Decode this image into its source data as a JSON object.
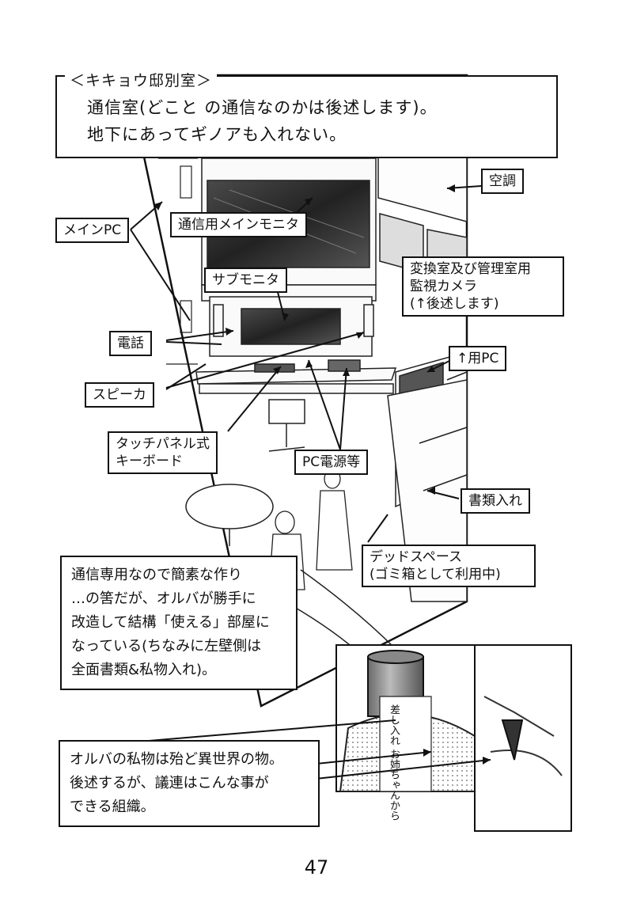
{
  "title": {
    "heading": "＜キキョウ邸別室＞",
    "lines": [
      "通信室(どこと の通信なのかは後述します)。",
      "地下にあってギノアも入れない。"
    ]
  },
  "labels": {
    "aircon": "空調",
    "main_pc": "メインPC",
    "main_monitor": "通信用メインモニタ",
    "sub_monitor": "サブモニタ",
    "camera": "変換室及び管理室用\n監視カメラ\n(↑後述します)",
    "phone": "電話",
    "camera_pc": "↑用PC",
    "speaker": "スピーカ",
    "keyboard": "タッチパネル式\nキーボード",
    "pc_power": "PC電源等",
    "documents": "書類入れ",
    "dead_space": "デッドスペース\n(ゴミ箱として利用中)"
  },
  "notes": {
    "room_note": [
      "通信専用なので簡素な作り",
      "…の筈だが、オルバが勝手に",
      "改造して結構「使える」部屋に",
      "なっている(ちなみに左壁側は",
      "全面書類&私物入れ)。"
    ],
    "belongings_note": [
      "オルバの私物は殆ど異世界の物。",
      "後述するが、議連はこんな事が",
      "できる組織。"
    ]
  },
  "inset": {
    "handwritten_note": "差し入れ お姉ちゃんから"
  },
  "page_number": "47"
}
